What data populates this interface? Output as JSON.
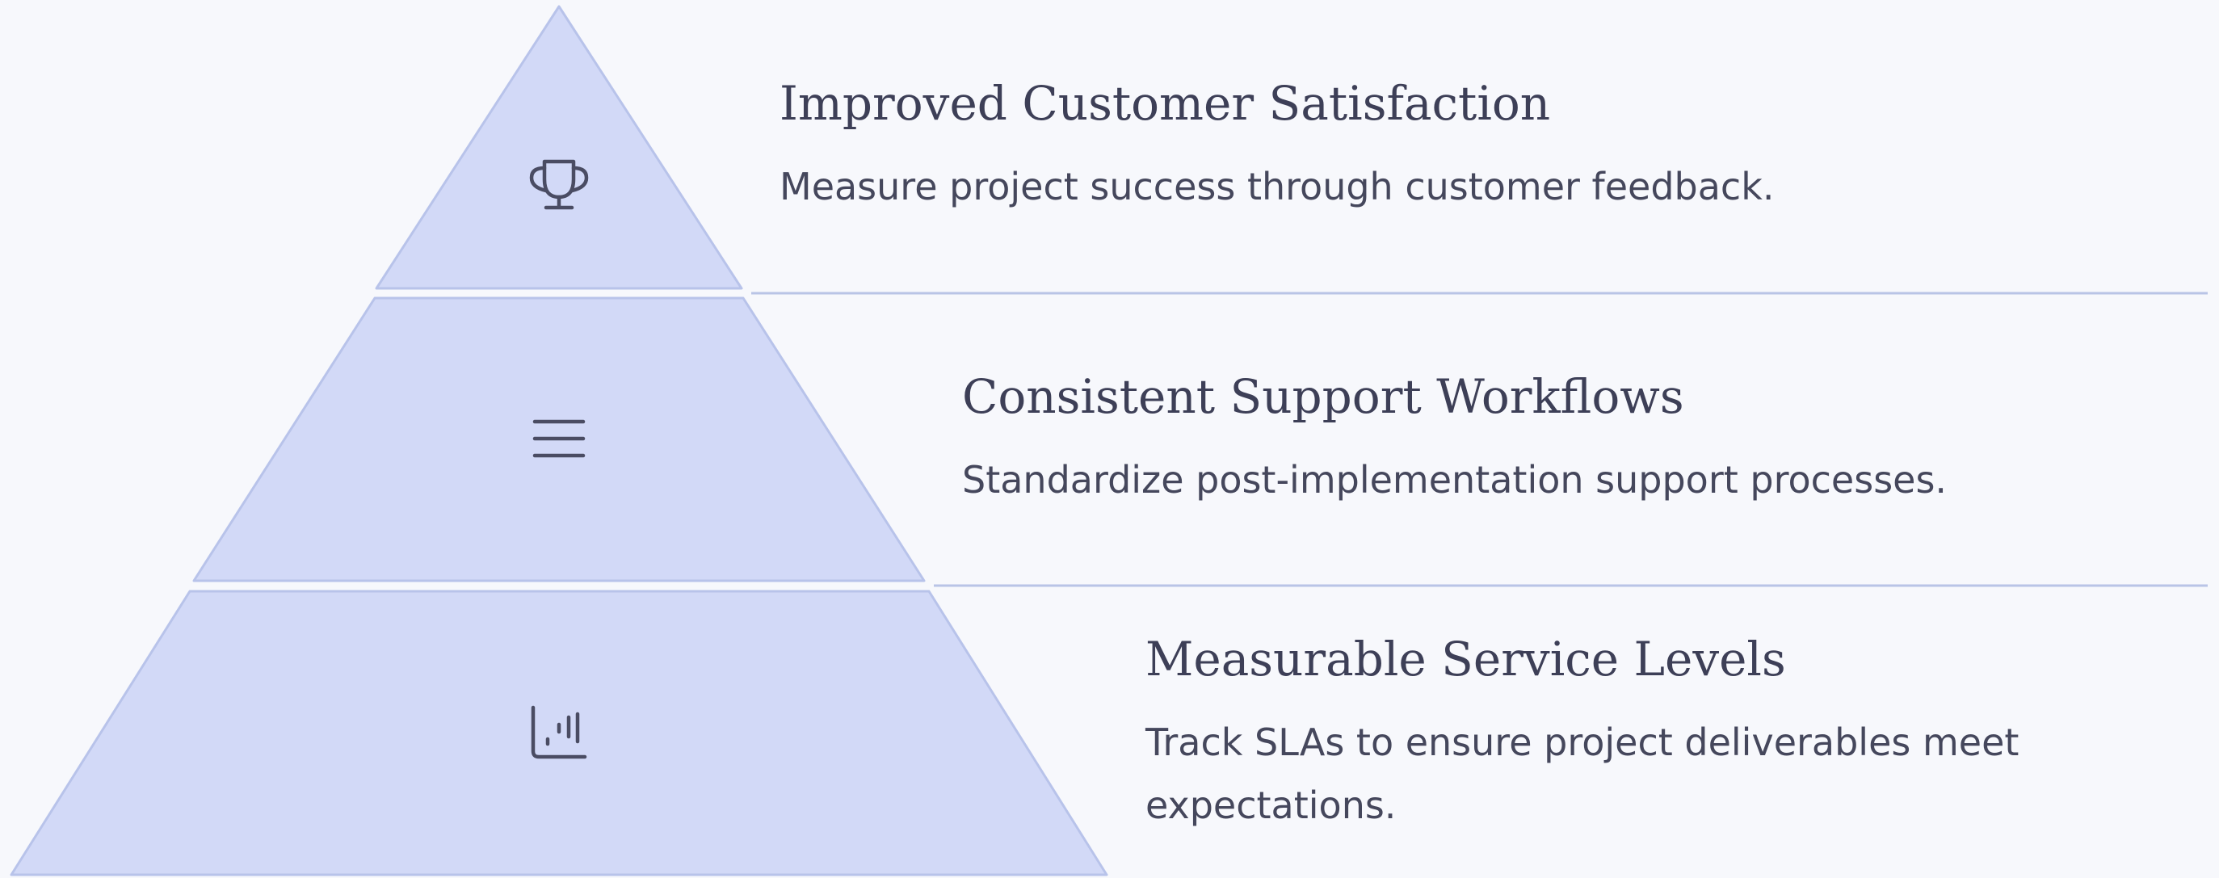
{
  "colors": {
    "background": "#f7f8fc",
    "tier_fill": "#d2d9f7",
    "tier_stroke": "#b8c3ea",
    "divider": "#b9c4e6",
    "icon": "#4a4c63",
    "title_text": "#3d3f57",
    "desc_text": "#45475c"
  },
  "tiers": [
    {
      "icon": "trophy-icon",
      "title": "Improved Customer Satisfaction",
      "description": "Measure project success through customer feedback."
    },
    {
      "icon": "menu-lines-icon",
      "title": "Consistent Support Workflows",
      "description": "Standardize post-implementation support processes."
    },
    {
      "icon": "bar-chart-icon",
      "title": "Measurable Service Levels",
      "description": "Track SLAs to ensure project deliverables meet expectations."
    }
  ]
}
